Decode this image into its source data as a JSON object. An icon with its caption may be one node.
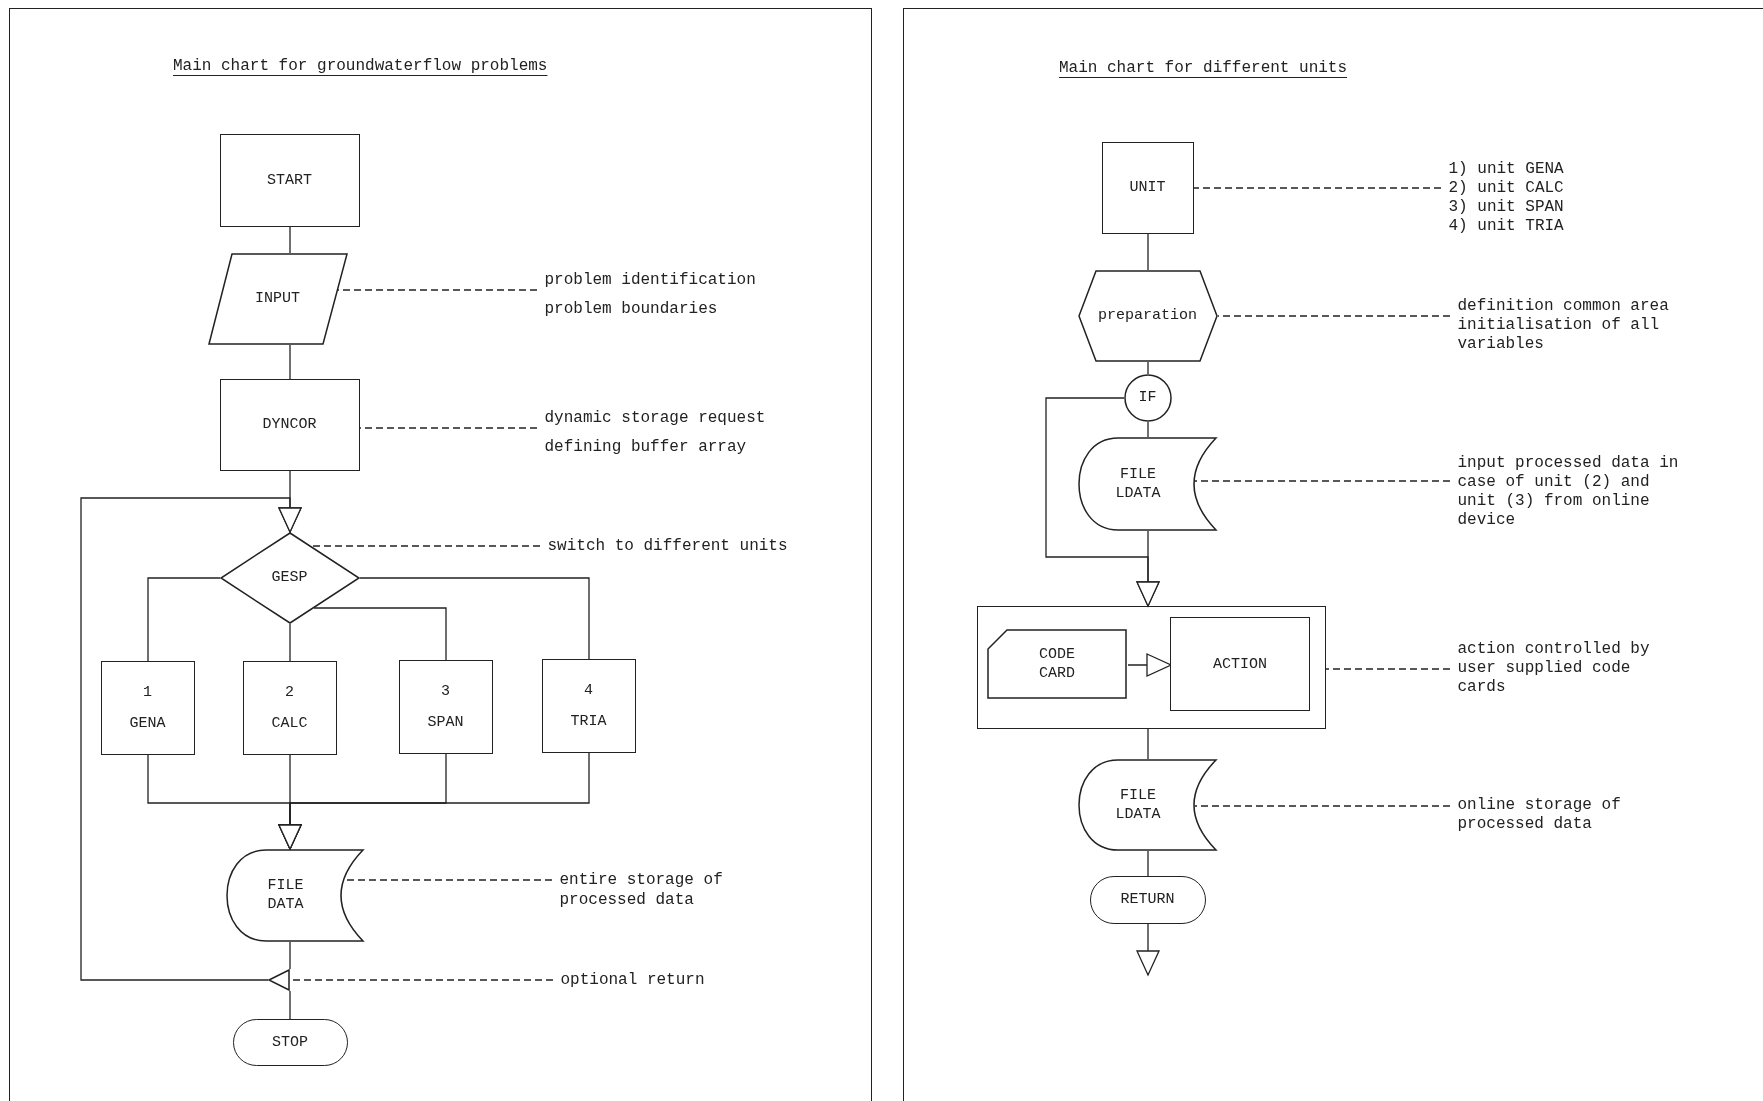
{
  "diagram": {
    "nodes": [
      {
        "text": [
          "Main chart for groundwaterflow problems"
        ]
      },
      {
        "text": [
          "START"
        ],
        "in": 0
      },
      {
        "text": [
          "INPUT"
        ],
        "in": 0
      },
      {
        "text": [
          "problem identification",
          "problem boundaries"
        ],
        "in": 0
      },
      {
        "text": [
          "DYNCOR"
        ],
        "in": 0
      },
      {
        "text": [
          "dynamic storage request",
          "defining buffer array"
        ],
        "in": 0
      },
      {
        "text": [
          "GESP"
        ],
        "in": 0
      },
      {
        "text": [
          "switch to different units"
        ],
        "in": 0
      },
      {
        "text": [
          "1",
          "GENA"
        ],
        "in": 0
      },
      {
        "text": [
          "2",
          "CALC"
        ],
        "in": 0
      },
      {
        "text": [
          "3",
          "SPAN"
        ],
        "in": 0
      },
      {
        "text": [
          "4",
          "TRIA"
        ],
        "in": 0
      },
      {
        "text": [
          "FILE DATA"
        ],
        "in": 0
      },
      {
        "text": [
          "entire storage of processed data"
        ],
        "in": 0
      },
      {
        "text": [],
        "shape": "triangle",
        "in": 0
      },
      {
        "text": [
          "optional return"
        ],
        "in": 0
      },
      {
        "text": [
          "STOP"
        ],
        "in": 0
      },
      {
        "text": [
          "Main chart for different units"
        ]
      },
      {
        "text": [
          "UNIT"
        ],
        "in": 17
      },
      {
        "text": [
          "1) unit GENA",
          "2) unit CALC",
          "3) unit SPAN",
          "4) unit TRIA"
        ],
        "in": 17
      },
      {
        "text": [
          "preparation"
        ],
        "in": 17
      },
      {
        "text": [
          "definition common area initialisation of all variables"
        ],
        "in": 17
      },
      {
        "text": [
          "IF"
        ],
        "in": 17
      },
      {
        "text": [
          "FILE LDATA"
        ],
        "in": 17
      },
      {
        "text": [
          "input processed data in case of unit (2) and unit (3) from online device"
        ],
        "in": 17
      },
      {
        "text": [],
        "shape": "box",
        "in": 17
      },
      {
        "text": [
          "CODE CARD"
        ],
        "in": 25
      },
      {
        "text": [
          "ACTION"
        ],
        "in": 25
      },
      {
        "text": [
          "action controlled by user supplied code cards"
        ],
        "in": 17
      },
      {
        "text": [
          "FILE LDATA"
        ],
        "in": 17
      },
      {
        "text": [
          "online storage of processed data"
        ],
        "in": 17
      },
      {
        "text": [
          "RETURN"
        ],
        "in": 17
      }
    ],
    "edges": [
      {
        "from": 1,
        "to": 2,
        "arrow": "none"
      },
      {
        "from": 2,
        "to": 4,
        "arrow": "none"
      },
      {
        "from": 4,
        "to": 6,
        "arrow": "to"
      },
      {
        "from": 14,
        "to": 6,
        "arrow": "to"
      },
      {
        "from": 6,
        "to": 8,
        "arrow": "none"
      },
      {
        "from": 6,
        "to": 9,
        "arrow": "none"
      },
      {
        "from": 6,
        "to": 10,
        "arrow": "none"
      },
      {
        "from": 6,
        "to": 11,
        "arrow": "none"
      },
      {
        "from": 8,
        "to": 12,
        "arrow": "to"
      },
      {
        "from": 9,
        "to": 12,
        "arrow": "to"
      },
      {
        "from": 10,
        "to": 12,
        "arrow": "to"
      },
      {
        "from": 11,
        "to": 12,
        "arrow": "to"
      },
      {
        "from": 12,
        "to": 14,
        "arrow": "none"
      },
      {
        "from": 14,
        "to": 16,
        "arrow": "none"
      },
      {
        "from": 3,
        "to": 2,
        "arrow": "none",
        "style": "dashed"
      },
      {
        "from": 5,
        "to": 4,
        "arrow": "none",
        "style": "dashed"
      },
      {
        "from": 7,
        "to": 6,
        "arrow": "none",
        "style": "dashed"
      },
      {
        "from": 13,
        "to": 12,
        "arrow": "none",
        "style": "dashed"
      },
      {
        "from": 15,
        "to": 14,
        "arrow": "none",
        "style": "dashed"
      },
      {
        "from": 18,
        "to": 20,
        "arrow": "none"
      },
      {
        "from": 20,
        "to": 22,
        "arrow": "none"
      },
      {
        "from": 22,
        "to": 23,
        "arrow": "none"
      },
      {
        "from": 23,
        "to": 25,
        "arrow": "to"
      },
      {
        "from": 22,
        "to": 25,
        "arrow": "to"
      },
      {
        "from": 26,
        "to": 27,
        "arrow": "to"
      },
      {
        "from": 25,
        "to": 29,
        "arrow": "none"
      },
      {
        "from": 29,
        "to": 31,
        "arrow": "none"
      },
      {
        "from": 31,
        "to": null,
        "arrow": "to"
      },
      {
        "from": 19,
        "to": 18,
        "arrow": "none",
        "style": "dashed"
      },
      {
        "from": 21,
        "to": 20,
        "arrow": "none",
        "style": "dashed"
      },
      {
        "from": 24,
        "to": 23,
        "arrow": "none",
        "style": "dashed"
      },
      {
        "from": 28,
        "to": 25,
        "arrow": "none",
        "style": "dashed"
      },
      {
        "from": 30,
        "to": 29,
        "arrow": "none",
        "style": "dashed"
      }
    ]
  }
}
